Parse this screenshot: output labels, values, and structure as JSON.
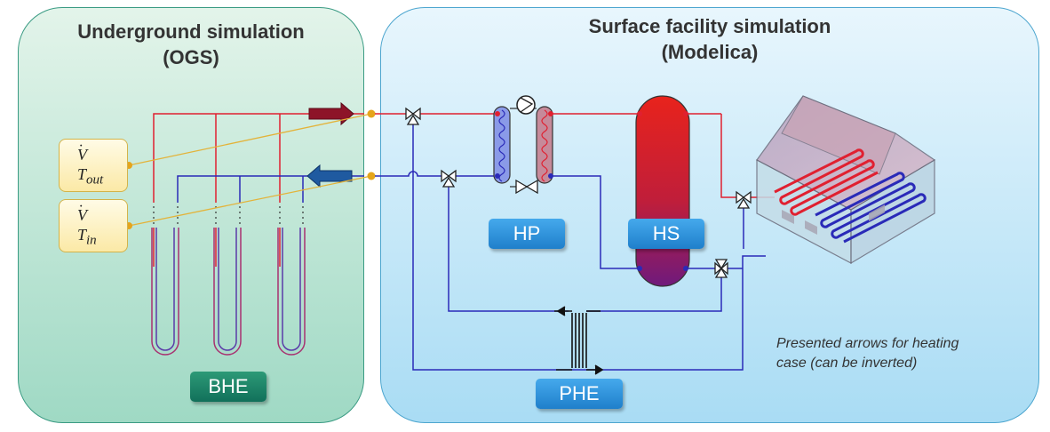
{
  "panels": {
    "underground": {
      "title_line1": "Underground simulation",
      "title_line2": "(OGS)"
    },
    "surface": {
      "title_line1": "Surface facility simulation",
      "title_line2": "(Modelica)"
    }
  },
  "components": {
    "heat_pump": "HP",
    "heat_storage": "HS",
    "plate_heat_exchanger": "PHE",
    "borehole_heat_exchangers": "BHE"
  },
  "signals": {
    "outlet": {
      "v_symbol": "V",
      "t_symbol": "T",
      "t_subscript": "out"
    },
    "inlet": {
      "v_symbol": "V",
      "t_symbol": "T",
      "t_subscript": "in"
    }
  },
  "note": {
    "line1": "Presented arrows for heating",
    "line2": "case (can be inverted)"
  },
  "colors": {
    "hot_pipe": "#e02030",
    "cold_pipe": "#2a2ab8",
    "signal_line": "#e3b33a",
    "underground_panel": "#a6dcc6",
    "surface_panel": "#b5e1f6"
  }
}
